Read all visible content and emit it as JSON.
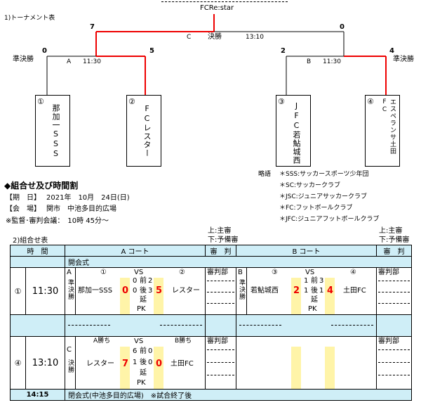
{
  "bracket": {
    "section_title": "1)トーナメント表",
    "champion": "FCRe:star",
    "final": {
      "label": "決勝",
      "court": "C",
      "time": "13:10",
      "left_score": "7",
      "right_score": "0"
    },
    "semi_label": "準決勝",
    "semi_left": {
      "court": "A",
      "time": "11:30",
      "left_score": "0",
      "right_score": "5"
    },
    "semi_right": {
      "court": "B",
      "time": "11:30",
      "left_score": "2",
      "right_score": "4"
    },
    "teams": [
      {
        "num": "①",
        "name": "那加一SSS"
      },
      {
        "num": "②",
        "name": "FCレスター"
      },
      {
        "num": "③",
        "name": "JFC若鮎城西"
      },
      {
        "num": "④",
        "name": "エスペランサ土田FC"
      }
    ]
  },
  "info": {
    "heading": "◆組合せ及び時間割",
    "date_label": "【期　日】",
    "date_value": "2021年　10月　24日(日)",
    "venue_label": "【会　場】",
    "venue_value": "関市　中池多目的広場",
    "meeting": "※監督･審判会議：　10時 45分～"
  },
  "abbrev": {
    "label": "略語",
    "items": [
      "＊SSS:サッカースポーツ少年団",
      "＊SC:サッカークラブ",
      "＊JSC:ジュニアサッカークラブ",
      "＊FC:フットボールクラブ",
      "＊JFC:ジュニアフットボールクラブ"
    ]
  },
  "schedule": {
    "section_title": "2)組合せ表",
    "ref_note_top": "上:主審",
    "ref_note_bottom": "下:予備審",
    "headers": {
      "time": "時　間",
      "court_a": "A コート",
      "court_b": "B コート",
      "ref": "審　判"
    },
    "opening": "開会式",
    "rows": [
      {
        "num": "①",
        "time": "11:30",
        "a": {
          "court": "A",
          "round": "準決勝",
          "left_num": "①",
          "right_num": "②",
          "vs": "VS",
          "left_team": "那加一SSS",
          "right_team": "レスター",
          "left_total": "0",
          "right_total": "5",
          "h1": "0",
          "h1_label": "前",
          "h1r": "2",
          "h2": "0",
          "h2_label": "後",
          "h2r": "3",
          "ext_label": "延",
          "pk_label": "PK"
        },
        "a_ref": "審判部",
        "b": {
          "court": "B",
          "round": "準決勝",
          "left_num": "③",
          "right_num": "④",
          "vs": "VS",
          "left_team": "若鮎城西",
          "right_team": "土田FC",
          "left_total": "2",
          "right_total": "4",
          "h1": "1",
          "h1_label": "前",
          "h1r": "3",
          "h2": "1",
          "h2_label": "後",
          "h2r": "1",
          "ext_label": "延",
          "pk_label": "PK"
        },
        "b_ref": "審判部"
      },
      {
        "num": "④",
        "time": "13:10",
        "a": {
          "court": "C",
          "round": "決勝",
          "left_num": "A勝ち",
          "right_num": "B勝ち",
          "vs": "VS",
          "left_team": "レスター",
          "right_team": "土田FC",
          "left_total": "7",
          "right_total": "0",
          "h1": "6",
          "h1_label": "前",
          "h1r": "0",
          "h2": "1",
          "h2_label": "後",
          "h2r": "0",
          "ext_label": "延",
          "pk_label": "PK"
        },
        "a_ref": "審判部",
        "b_ref": "審判部"
      }
    ],
    "closing_time": "14:15",
    "closing_text": "閉会式(中池多目的広場)　※試合終了後"
  }
}
